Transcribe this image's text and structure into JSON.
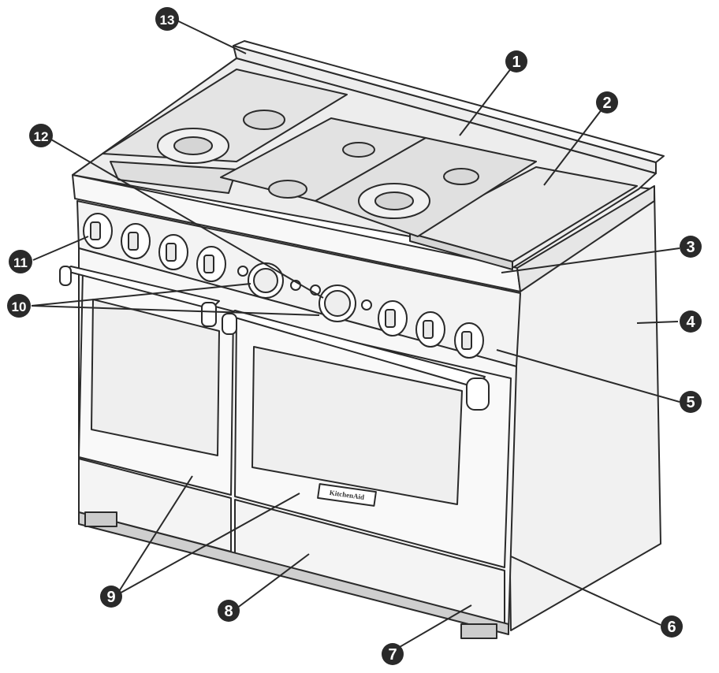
{
  "brand": {
    "logo_text": "KitchenAid"
  },
  "callouts": [
    {
      "number": "1"
    },
    {
      "number": "2"
    },
    {
      "number": "3"
    },
    {
      "number": "4"
    },
    {
      "number": "5"
    },
    {
      "number": "6"
    },
    {
      "number": "7"
    },
    {
      "number": "8"
    },
    {
      "number": "9"
    },
    {
      "number": "10"
    },
    {
      "number": "11"
    },
    {
      "number": "12"
    },
    {
      "number": "13"
    }
  ],
  "colors": {
    "line": "#2a2a2a",
    "badge": "#2a2a2a",
    "steel": "#f4f4f4",
    "shade": "#d9d9d9"
  }
}
